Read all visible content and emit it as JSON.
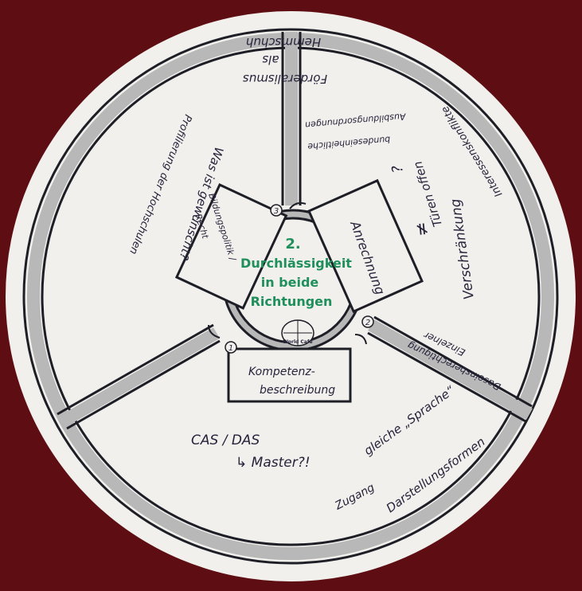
{
  "center": {
    "number": "2.",
    "title_lines": [
      "Durchlässigkeit",
      "in beide",
      "Richtungen"
    ],
    "logo_text": "World Café",
    "color": "#1f8f5c"
  },
  "boxes": {
    "anrechnung": "Anrechnung",
    "bildung": [
      "Bildungspolitik /",
      "Recht"
    ],
    "kompetenz": [
      "Kompetenz-",
      "beschreibung"
    ]
  },
  "step_numbers": [
    "1",
    "2",
    "3"
  ],
  "top_segment": {
    "foerderalismus": [
      "Förderalismus",
      "als",
      "Hemmschuh"
    ],
    "ausbildung": [
      "bundeseinheitliche",
      "Ausbildungsordnungen"
    ],
    "profilierung": "Profilierung der Hochschulen",
    "gewuenscht": "Was ist gewünscht?"
  },
  "right_segment": {
    "interessenskonflikte": "Interessenskonflikte",
    "tueren": "Türen offen",
    "question": "?",
    "neq": "≠",
    "verschraenkung": "Verschränkung",
    "daseins": [
      "Daseinsberechtigung",
      "Einzelner"
    ]
  },
  "bottom_segment": {
    "cas": "CAS / DAS",
    "master": "↳ Master?!",
    "sprache": "gleiche „Sprache“",
    "zugang": "Zugang",
    "darstellung": "Darstellungsformen"
  },
  "colors": {
    "background": "#5e0d12",
    "paper": "#f1f0ed",
    "ink": "#26233a",
    "track": "#b8b8b8"
  }
}
